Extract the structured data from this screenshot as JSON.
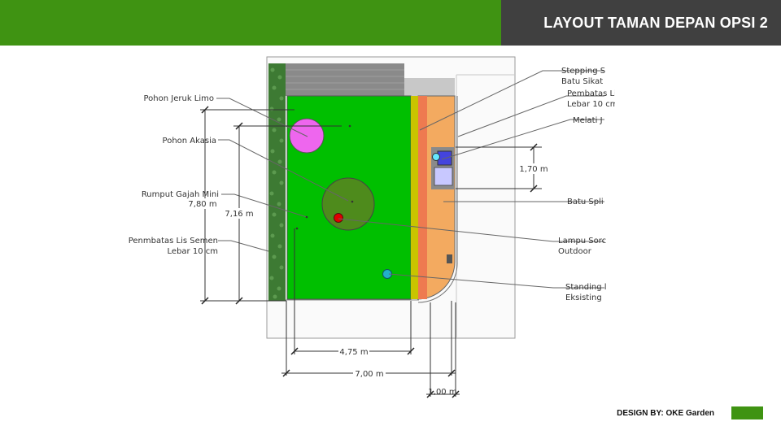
{
  "header": {
    "title": "LAYOUT TAMAN DEPAN OPSI 2"
  },
  "labels": {
    "pohon_jeruk_limo": "Pohon Jeruk Limo",
    "pohon_akasia": "Pohon Akasia",
    "rumput_gajah_mini": "Rumput Gajah Mini",
    "pembatas_kiri_line1": "Penmbatas Lis Semen",
    "pembatas_kiri_line2": "Lebar 10 cm",
    "stepping_line1": "Stepping S",
    "stepping_line2": "Batu Sikat",
    "pembatas_kanan_line1": "Pembatas Lis Semen",
    "pembatas_kanan_line2": "Lebar 10 cm",
    "melati": "Melati J",
    "batu_split": "Batu Spli",
    "lampu_line1": "Lampu Sorc",
    "lampu_line2": "Outdoor",
    "standing_line1": "Standing l",
    "standing_line2": "Eksisting"
  },
  "dimensions": {
    "height_outer": "7,80 m",
    "height_inner": "7,16 m",
    "width_lawn": "4,75 m",
    "width_total": "7,00 m",
    "width_side": "1,00 m",
    "height_melati": "1,70 m"
  },
  "colors": {
    "lawn": "#00bf00",
    "hedge": "#3d7a33",
    "gravel": "#f3aa60",
    "stepping": "#c9c400",
    "path_border": "#ee7a50",
    "tree_pink": "#ee66ee",
    "tree_acacia": "#4e8b1c",
    "lamp": "#e00000",
    "standing_light": "#22b0c8",
    "title_green": "#3f9312",
    "title_dark": "#404040"
  },
  "footer": {
    "credit": "DESIGN BY: OKE Garden"
  }
}
